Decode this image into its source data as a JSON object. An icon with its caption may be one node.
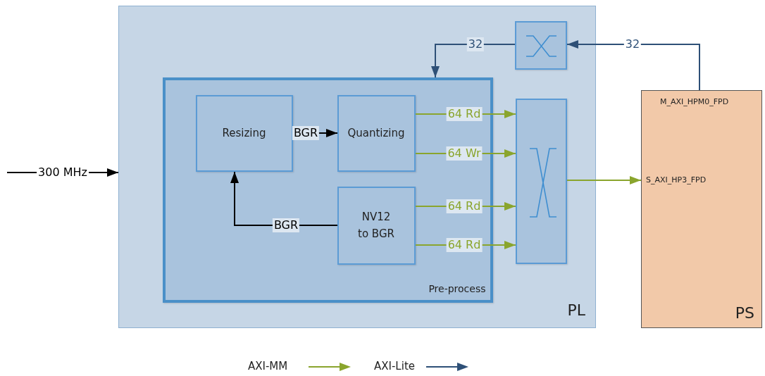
{
  "diagram": {
    "nodes": [
      {
        "text": [
          "PL"
        ]
      },
      {
        "text": [
          "Pre-process"
        ],
        "in": 0
      },
      {
        "text": [
          "Resizing"
        ],
        "in": 1
      },
      {
        "text": [
          "Quantizing"
        ],
        "in": 1
      },
      {
        "text": [
          "NV12 to BGR"
        ],
        "in": 1
      },
      {
        "text": [],
        "shape": "box",
        "in": 0
      },
      {
        "text": [],
        "shape": "box",
        "in": 0
      },
      {
        "text": [
          "M_AXI_HPM0_FPD",
          "S_AXI_HP3_FPD",
          "PS"
        ]
      }
    ],
    "edges": [
      {
        "from": null,
        "to": 0,
        "arrow": "to",
        "label": "300 MHz",
        "color": "#000000"
      },
      {
        "from": 7,
        "to": 5,
        "arrow": "to",
        "label": "32",
        "color": "#2e5077"
      },
      {
        "from": 5,
        "to": 1,
        "arrow": "to",
        "label": "32",
        "color": "#2e5077"
      },
      {
        "from": 2,
        "to": 3,
        "arrow": "to",
        "label": "BGR",
        "color": "#000000"
      },
      {
        "from": 4,
        "to": 2,
        "arrow": "to",
        "label": "BGR",
        "color": "#000000"
      },
      {
        "from": 3,
        "to": 6,
        "arrow": "to",
        "label": "64 Rd"
      },
      {
        "from": 3,
        "to": 6,
        "arrow": "to",
        "label": "64 Wr"
      },
      {
        "from": 4,
        "to": 6,
        "arrow": "to",
        "label": "64 Rd"
      },
      {
        "from": 4,
        "to": 6,
        "arrow": "to",
        "label": "64 Rd"
      },
      {
        "from": 6,
        "to": 7,
        "arrow": "to"
      }
    ],
    "legend": [
      {
        "text": "AXI-MM"
      },
      {
        "text": "AXI-Lite"
      }
    ]
  }
}
